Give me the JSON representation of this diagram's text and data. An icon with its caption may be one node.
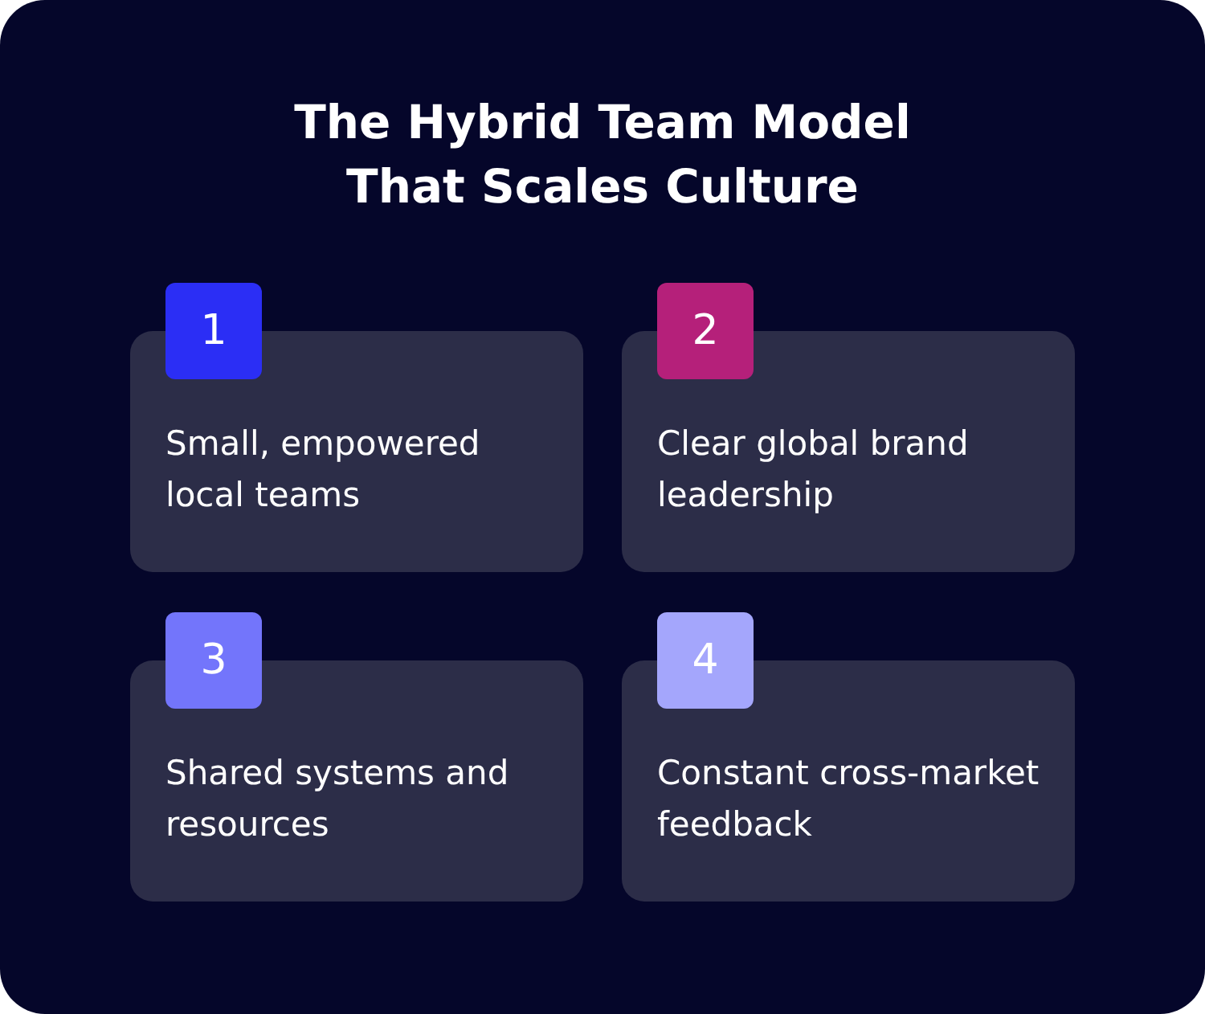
{
  "diagram": {
    "title": "The Hybrid Team Model That Scales Culture",
    "nodes": [
      {
        "text": [
          "1"
        ]
      },
      {
        "text": [
          "Small, empowered local teams"
        ]
      },
      {
        "text": [
          "2"
        ]
      },
      {
        "text": [
          "Clear global brand leadership"
        ]
      },
      {
        "text": [
          "3"
        ]
      },
      {
        "text": [
          "Shared systems and resources"
        ]
      },
      {
        "text": [
          "4"
        ]
      },
      {
        "text": [
          "Constant cross-market feedback"
        ]
      }
    ]
  }
}
